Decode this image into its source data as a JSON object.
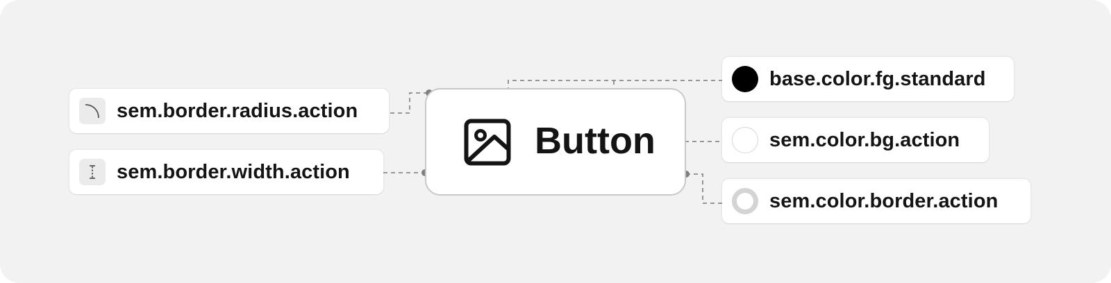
{
  "canvas_color": "#f2f2f2",
  "component": {
    "label": "Button",
    "icon": "image-icon",
    "border_color": "#c8c8c8",
    "fg_color": "#141414"
  },
  "tokens_left": [
    {
      "label": "sem.border.radius.action",
      "icon": "corner-radius-icon"
    },
    {
      "label": "sem.border.width.action",
      "icon": "border-width-icon"
    }
  ],
  "tokens_right": [
    {
      "label": "base.color.fg.standard",
      "swatch": "#000000",
      "icon": "filled-circle-swatch"
    },
    {
      "label": "sem.color.bg.action",
      "swatch": "#ffffff",
      "icon": "white-circle-swatch"
    },
    {
      "label": "sem.color.border.action",
      "swatch": "#d4d4d4",
      "icon": "ring-swatch"
    }
  ],
  "connector_color": "#888888"
}
